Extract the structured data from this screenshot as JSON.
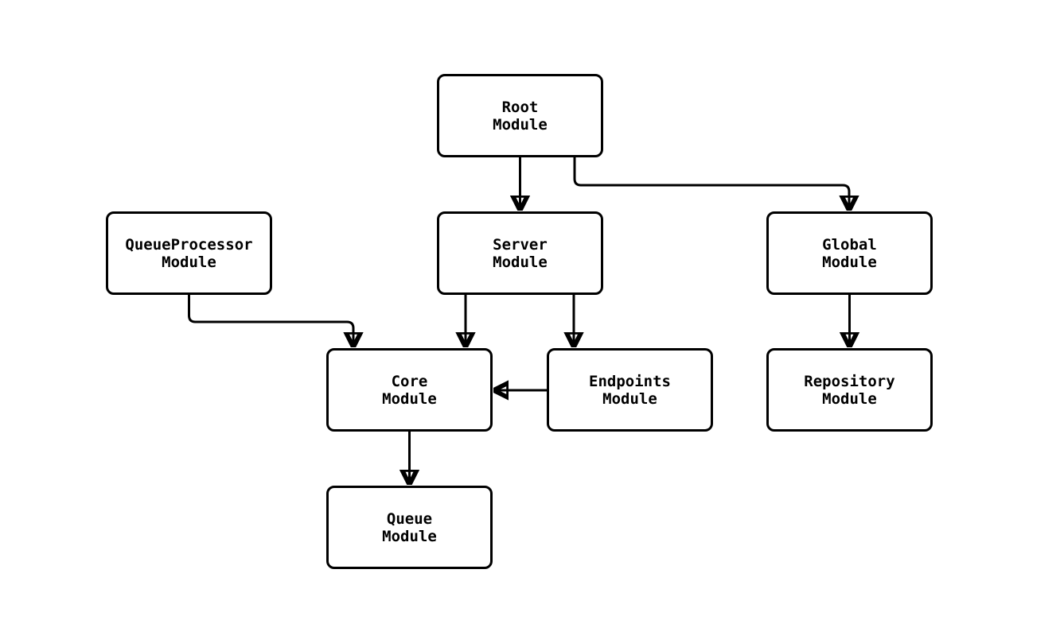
{
  "diagram": {
    "type": "module-dependency-flowchart",
    "background_color": "#ffffff",
    "node_fill_color": "#ffffff",
    "node_border_color": "#000000",
    "edge_color": "#000000",
    "nodes": [
      {
        "id": "root",
        "line1": "Root",
        "line2": "Module"
      },
      {
        "id": "queueprocessor",
        "line1": "QueueProcessor",
        "line2": "Module"
      },
      {
        "id": "server",
        "line1": "Server",
        "line2": "Module"
      },
      {
        "id": "global",
        "line1": "Global",
        "line2": "Module"
      },
      {
        "id": "core",
        "line1": "Core",
        "line2": "Module"
      },
      {
        "id": "endpoints",
        "line1": "Endpoints",
        "line2": "Module"
      },
      {
        "id": "repository",
        "line1": "Repository",
        "line2": "Module"
      },
      {
        "id": "queue",
        "line1": "Queue",
        "line2": "Module"
      }
    ],
    "edges": [
      {
        "from": "root",
        "to": "server"
      },
      {
        "from": "root",
        "to": "global"
      },
      {
        "from": "queueprocessor",
        "to": "core"
      },
      {
        "from": "server",
        "to": "core"
      },
      {
        "from": "server",
        "to": "endpoints"
      },
      {
        "from": "endpoints",
        "to": "core"
      },
      {
        "from": "global",
        "to": "repository"
      },
      {
        "from": "core",
        "to": "queue"
      }
    ]
  }
}
